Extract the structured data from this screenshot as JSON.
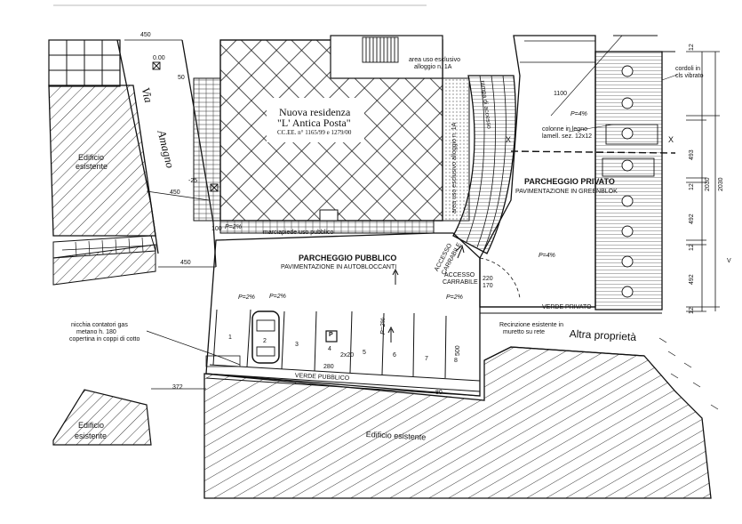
{
  "residence": {
    "title_line1": "Nuova residenza",
    "title_line2": "\"L' Antica Posta\"",
    "permit": "CC.EE. n° 1165/99 e 1279/00"
  },
  "street": {
    "prefix": "Via",
    "name": "Amagno"
  },
  "buildings": {
    "left_top_line1": "Edificio",
    "left_top_line2": "esistente",
    "left_bottom_line1": "Edificio",
    "left_bottom_line2": "esistente",
    "bottom": "Edificio esistente"
  },
  "public_parking": {
    "title": "PARCHEGGIO PUBBLICO",
    "subtitle": "PAVIMENTAZIONE IN AUTOBLOCCANTI",
    "slopes": [
      "P=2%",
      "P=2%",
      "P=2%",
      "P=2%",
      "P=2%"
    ],
    "stalls": [
      "1",
      "2",
      "3",
      "4",
      "5",
      "6",
      "7",
      "8"
    ],
    "parking_sign": "P",
    "dim_stall_width": "280",
    "dim_total": "2x20",
    "dim_depth": "500"
  },
  "private_parking": {
    "title": "PARCHEGGIO PRIVATO",
    "subtitle": "PAVIMENTAZIONE IN GREENBLOK",
    "slope": "P=4%",
    "slope_top": "P=4%"
  },
  "annotations": {
    "gas_meter_line1": "nicchia contatori gas",
    "gas_meter_line2": "metano h. 180",
    "gas_meter_line3": "copertina in coppi di cotto",
    "exclusive_area_line1": "area uso esclusivo",
    "exclusive_area_line2": "alloggio n. 1A",
    "columns_line1": "colonne in legno",
    "columns_line2": "lamell. sez. 12x12",
    "pergola_line1": "cordoli in",
    "pergola_line2": "cls vibrato",
    "sidewalk": "marciapiede uso pubblico",
    "ramp_label": "rampa di accesso",
    "access_carrabile_line1": "ACCESSO",
    "access_carrabile_line2": "CARRABILE",
    "access_private_line1": "ACCESSO",
    "access_private_line2": "CARRABILE",
    "green_public": "VERDE PUBBLICO",
    "green_private": "VERDE PRIVATO",
    "fence_line1": "Recinzione esistente in",
    "fence_line2": "muretto su rete",
    "other_property": "Altra proprietà",
    "section_mark": "X",
    "north_mark": "V",
    "exclusive_area_vertical": "area uso esclusivo alloggio n. 1A"
  },
  "dimensions": {
    "d450_top": "450",
    "d000": "0.00",
    "d50": "50",
    "d25": "-25",
    "d450_mid": "450",
    "d100": "100",
    "d450_low": "450",
    "d372": "372",
    "d1100": "1100",
    "d170": "170",
    "d220": "220",
    "d80": "80",
    "right_col": [
      "12",
      "493",
      "12",
      "492",
      "12",
      "492",
      "12"
    ],
    "right_total": "2030",
    "right_total2": "2030"
  },
  "colors": {
    "ink": "#1a1a1a",
    "paper": "#ffffff"
  }
}
